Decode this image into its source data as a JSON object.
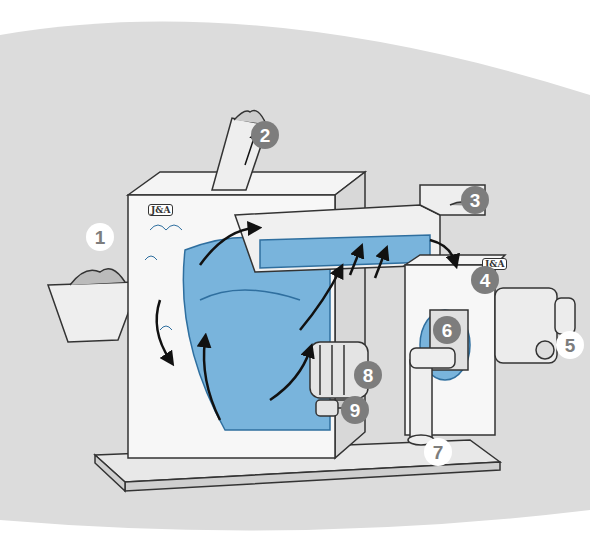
{
  "diagram": {
    "labels": [
      "J&A",
      "J&A",
      "1",
      "2",
      "3",
      "4",
      "5",
      "6",
      "7",
      "8",
      "9"
    ]
  }
}
